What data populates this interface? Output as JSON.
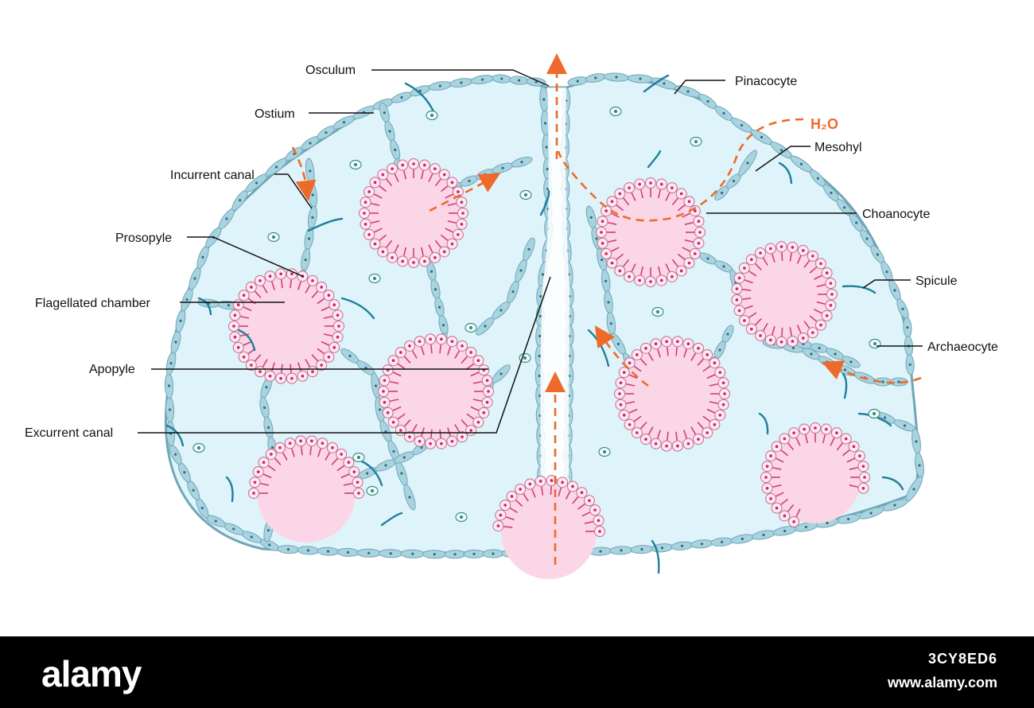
{
  "labels": {
    "osculum": "Osculum",
    "ostium": "Ostium",
    "incurrent_canal": "Incurrent canal",
    "prosopyle": "Prosopyle",
    "flagellated_chamber": "Flagellated chamber",
    "apopyle": "Apopyle",
    "excurrent_canal": "Excurrent canal",
    "pinacocyte": "Pinacocyte",
    "water": "H₂O",
    "mesohyl": "Mesohyl",
    "choanocyte": "Choanocyte",
    "spicule": "Spicule",
    "archaeocyte": "Archaeocyte"
  },
  "footer": {
    "brand": "alamy",
    "image_id": "3CY8ED6",
    "site": "www.alamy.com"
  },
  "colors": {
    "mesohyl_fill": "#dff3fa",
    "pinacocyte_fill": "#a9d3df",
    "pinacocyte_stroke": "#6fa6b8",
    "chamber_fill": "#fbd6e6",
    "choanocyte_collar": "#d23c7c",
    "spicule": "#1f7f9c",
    "water_flow": "#ee6a2a",
    "footer_bg": "#000000"
  }
}
